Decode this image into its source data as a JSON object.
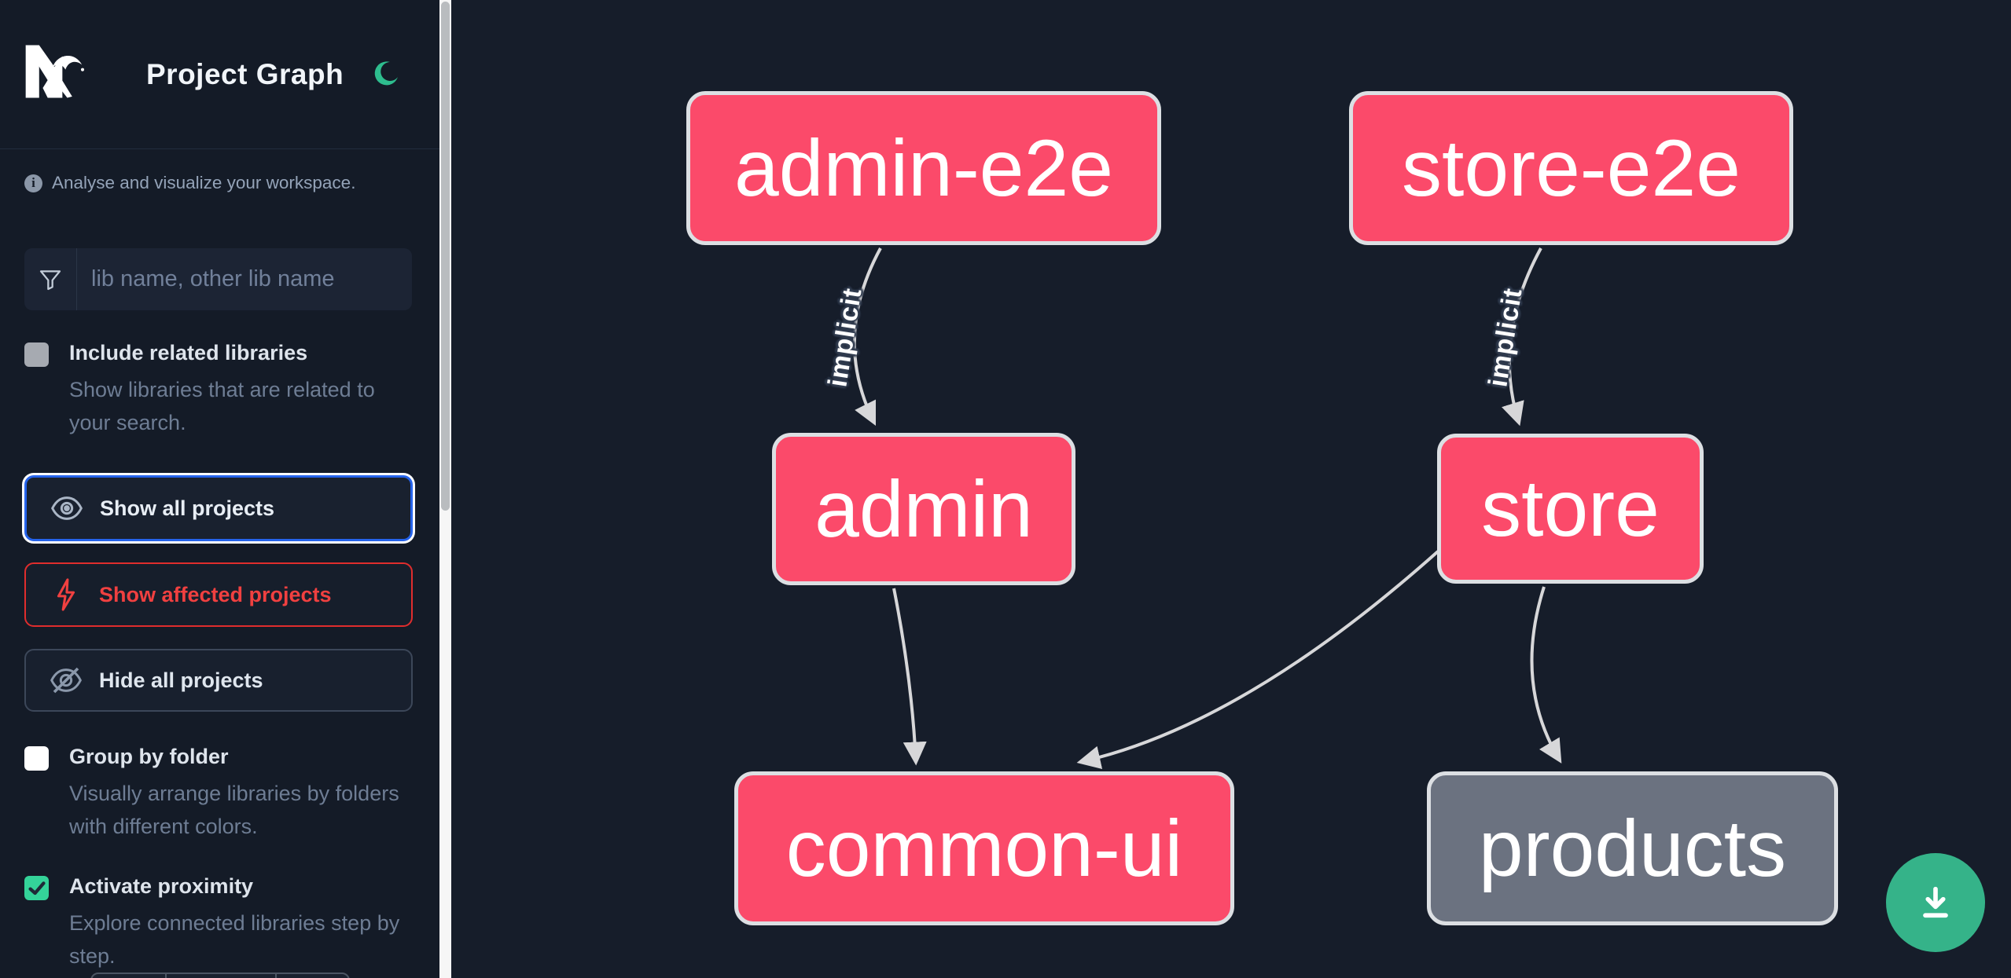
{
  "header": {
    "title": "Project Graph",
    "logo": "nx-logo",
    "theme_toggle_icon": "moon-icon",
    "moon_color": "#2ebd8e"
  },
  "sidebar": {
    "info_text": "Analyse and visualize your workspace.",
    "search": {
      "placeholder": "lib name, other lib name",
      "icon": "filter-funnel-icon"
    },
    "toggles": [
      {
        "label": "Include related libraries",
        "desc": "Show libraries that are related to your search.",
        "checked": false,
        "box_color": "#a6aab1"
      },
      {
        "label": "Group by folder",
        "desc": "Visually arrange libraries by folders with different colors.",
        "checked": false,
        "box_color": "#ffffff"
      },
      {
        "label": "Activate proximity",
        "desc": "Explore connected libraries step by step.",
        "checked": true,
        "box_color": "#34d399"
      }
    ],
    "buttons": [
      {
        "label": "Show all projects",
        "icon": "eye-icon",
        "accent": "#2563eb",
        "focused": true
      },
      {
        "label": "Show affected projects",
        "icon": "lightning-bolt-icon",
        "accent": "#e02d2d"
      },
      {
        "label": "Hide all projects",
        "icon": "eye-off-icon",
        "accent": "#3c4759"
      }
    ]
  },
  "graph": {
    "background": "#161d2a",
    "node_color_default": "#fb4a6a",
    "node_color_unfocused": "#6b7280",
    "edge_color": "#d7d7d9",
    "nodes": [
      {
        "id": "admin-e2e",
        "label": "admin-e2e",
        "color": "pink"
      },
      {
        "id": "store-e2e",
        "label": "store-e2e",
        "color": "pink"
      },
      {
        "id": "admin",
        "label": "admin",
        "color": "pink"
      },
      {
        "id": "store",
        "label": "store",
        "color": "pink"
      },
      {
        "id": "common-ui",
        "label": "common-ui",
        "color": "pink"
      },
      {
        "id": "products",
        "label": "products",
        "color": "gray"
      }
    ],
    "edges": [
      {
        "source": "admin-e2e",
        "target": "admin",
        "label": "implicit"
      },
      {
        "source": "store-e2e",
        "target": "store",
        "label": "implicit"
      },
      {
        "source": "admin",
        "target": "common-ui",
        "label": ""
      },
      {
        "source": "store",
        "target": "common-ui",
        "label": ""
      },
      {
        "source": "store",
        "target": "products",
        "label": ""
      }
    ]
  },
  "fab": {
    "icon": "download-icon",
    "color": "#35b389"
  }
}
